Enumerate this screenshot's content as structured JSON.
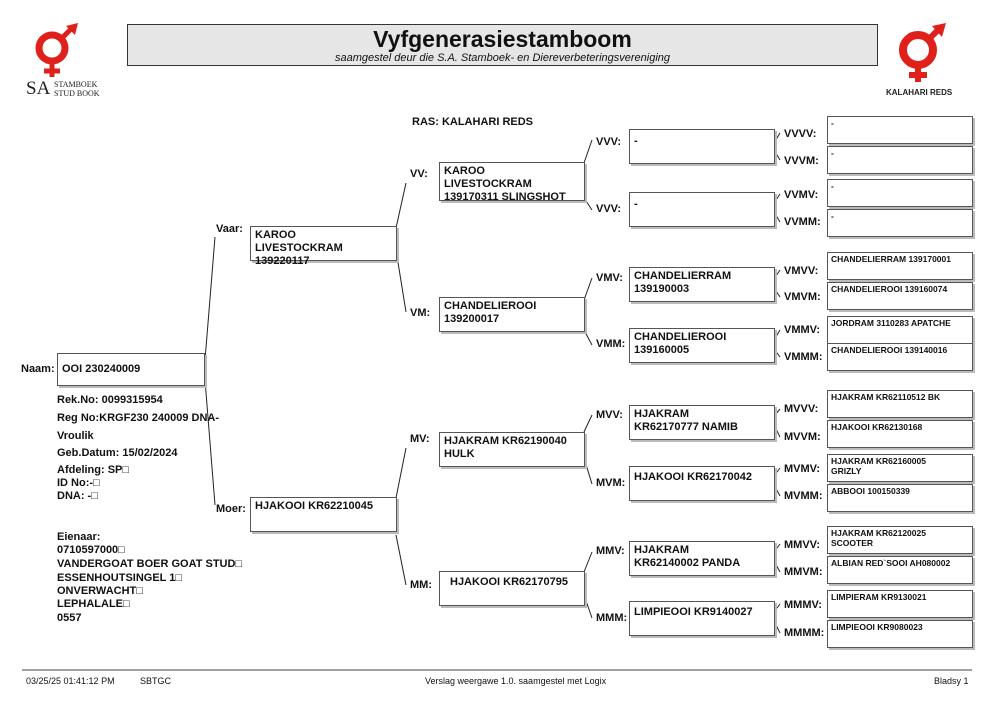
{
  "header": {
    "title": "Vyfgenerasiestamboom",
    "subtitle": "saamgestel deur die S.A. Stamboek- en Diereverbeteringsvereniging",
    "logo_left_sa": "SA",
    "logo_left_line1": "STAMBOEK",
    "logo_left_line2": "STUD BOOK",
    "logo_right_text": "KALAHARI REDS",
    "colors": {
      "logo_red": "#e0201b",
      "title_bg": "#e6e6e6"
    }
  },
  "ras": "RAS: KALAHARI REDS",
  "animal": {
    "label": "Naam:",
    "name": "OOI 230240009",
    "rek_no": "Rek.No: 0099315954",
    "reg_no": "Reg No:KRGF230 240009 DNA-",
    "sex": "Vroulik",
    "birth": "Geb.Datum: 15/02/2024",
    "afdeling": "Afdeling: SP□",
    "id_no": "ID No:-□",
    "dna": "DNA: -□"
  },
  "owner": {
    "label": "Eienaar:",
    "line1": "0710597000□",
    "line2": "VANDERGOAT BOER GOAT STUD□",
    "line3": "ESSENHOUTSINGEL 1□",
    "line4": "ONVERWACHT□",
    "line5": "LEPHALALE□",
    "line6": "0557"
  },
  "gen1": {
    "sire": {
      "label": "Vaar:",
      "name": "KAROO\nLIVESTOCKRAM\n139220117"
    },
    "dam": {
      "label": "Moer:",
      "name": "HJAKOOI KR62210045"
    }
  },
  "gen2": {
    "vv": {
      "label": "VV:",
      "name": "KAROO\nLIVESTOCKRAM\n139170311 SLINGSHOT"
    },
    "vm": {
      "label": "VM:",
      "name": "CHANDELIEROOI\n139200017"
    },
    "mv": {
      "label": "MV:",
      "name": "HJAKRAM KR62190040\nHULK"
    },
    "mm": {
      "label": "MM:",
      "name": "HJAKOOI KR62170795"
    }
  },
  "gen3": {
    "vvv": {
      "label": "VVV:",
      "name": "-"
    },
    "vvm": {
      "label": "VVV:",
      "name": "-"
    },
    "vmv": {
      "label": "VMV:",
      "name": "CHANDELIERRAM\n139190003"
    },
    "vmm": {
      "label": "VMM:",
      "name": "CHANDELIEROOI\n139160005"
    },
    "mvv": {
      "label": "MVV:",
      "name": "HJAKRAM\nKR62170777 NAMIB"
    },
    "mvm": {
      "label": "MVM:",
      "name": "HJAKOOI KR62170042"
    },
    "mmv": {
      "label": "MMV:",
      "name": "HJAKRAM\nKR62140002 PANDA"
    },
    "mmm": {
      "label": "MMM:",
      "name": "LIMPIEOOI KR9140027"
    }
  },
  "gen4": [
    {
      "label": "VVVV:",
      "name": "-"
    },
    {
      "label": "VVVM:",
      "name": "-"
    },
    {
      "label": "VVMV:",
      "name": "-"
    },
    {
      "label": "VVMM:",
      "name": "-"
    },
    {
      "label": "VMVV:",
      "name": "CHANDELIERRAM 139170001"
    },
    {
      "label": "VMVM:",
      "name": "CHANDELIEROOI 139160074"
    },
    {
      "label": "VMMV:",
      "name": "JORDRAM 3110283 APATCHE"
    },
    {
      "label": "VMMM:",
      "name": "CHANDELIEROOI 139140016"
    },
    {
      "label": "MVVV:",
      "name": "HJAKRAM KR62110512 BK"
    },
    {
      "label": "MVVM:",
      "name": "HJAKOOI KR62130168"
    },
    {
      "label": "MVMV:",
      "name": "HJAKRAM KR62160005\nGRIZLY"
    },
    {
      "label": "MVMM:",
      "name": "ABBOOI 100150339"
    },
    {
      "label": "MMVV:",
      "name": "HJAKRAM KR62120025\nSCOOTER"
    },
    {
      "label": "MMVM:",
      "name": "ALBIAN RED`SOOI AH080002"
    },
    {
      "label": "MMMV:",
      "name": "LIMPIERAM KR9130021"
    },
    {
      "label": "MMMM:",
      "name": "LIMPIEOOI KR9080023"
    }
  ],
  "footer": {
    "datetime": "03/25/25 01:41:12 PM",
    "code": "SBTGC",
    "report": "Verslag weergawe 1.0. saamgestel met Logix",
    "page": "Bladsy 1"
  }
}
